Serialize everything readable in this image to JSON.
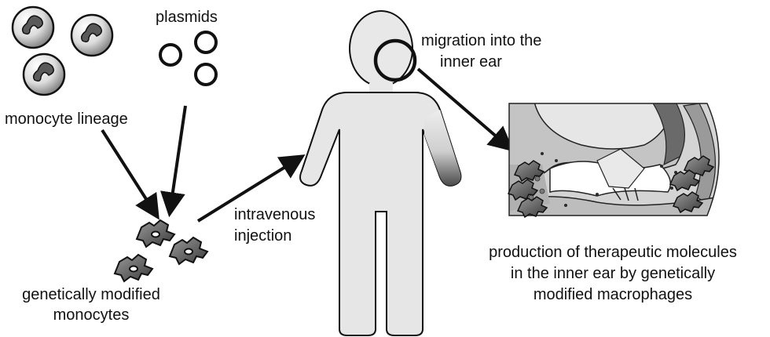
{
  "labels": {
    "plasmids": "plasmids",
    "monocyte_lineage": "monocyte lineage",
    "modified_monocytes_line1": "genetically modified",
    "modified_monocytes_line2": "monocytes",
    "injection_line1": "intravenous",
    "injection_line2": "injection",
    "migration_line1": "migration into the",
    "migration_line2": "inner ear",
    "production_line1": "production of therapeutic molecules",
    "production_line2": "in the inner ear by genetically",
    "production_line3": "modified macrophages"
  },
  "colors": {
    "ink": "#111111",
    "body_fill": "#e6e6e6",
    "tissue_fill": "#d2d2d2",
    "cell_dark": "#6a6a6a"
  }
}
